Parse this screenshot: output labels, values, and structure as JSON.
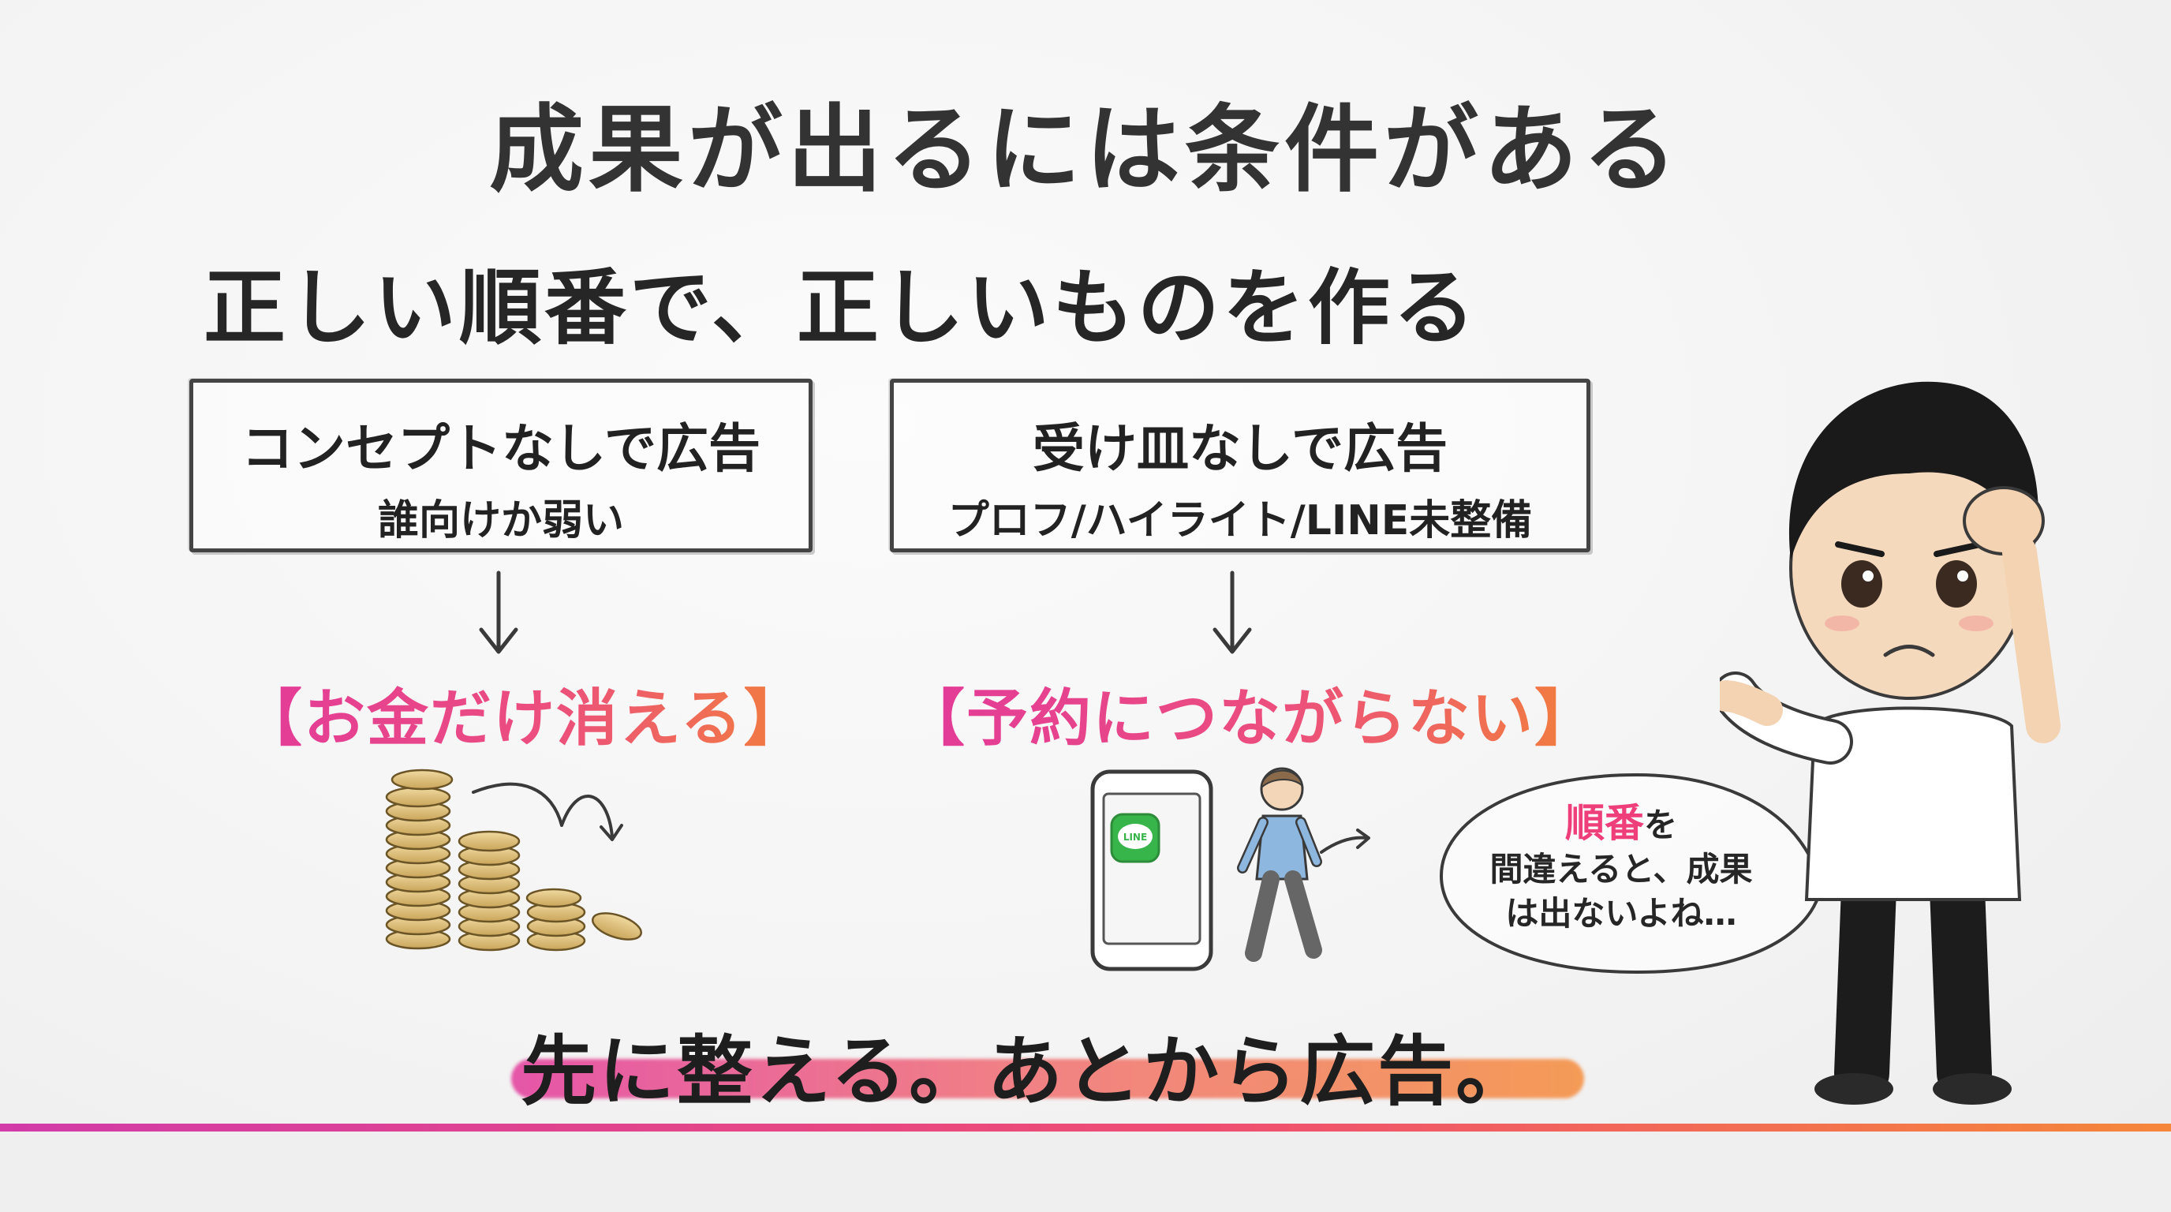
{
  "title": "成果が出るには条件がある",
  "subtitle": "正しい順番で、正しいものを作る",
  "left_card": {
    "title": "コンセプトなしで広告",
    "subtitle": "誰向けか弱い",
    "result": "【お金だけ消える】"
  },
  "right_card": {
    "title": "受け皿なしで広告",
    "subtitle": "プロフ/ハイライト/LINE未整備",
    "result": "【予約につながらない】",
    "phone_app_label": "LINE"
  },
  "speech_bubble": {
    "accent": "順番",
    "line1_rest": "を",
    "line2": "間違えると、成果",
    "line3": "は出ないよね…"
  },
  "bottom_message": "先に整える。あとから広告。",
  "colors": {
    "accent_pink": "#e23a9a",
    "accent_orange": "#f2813a",
    "text_dark": "#2b2b2b",
    "line_green": "#38b54a"
  },
  "icons": [
    "down-arrow-icon",
    "coins-icon",
    "smartphone-icon",
    "line-app-icon",
    "walking-person-icon",
    "worried-man-icon"
  ]
}
